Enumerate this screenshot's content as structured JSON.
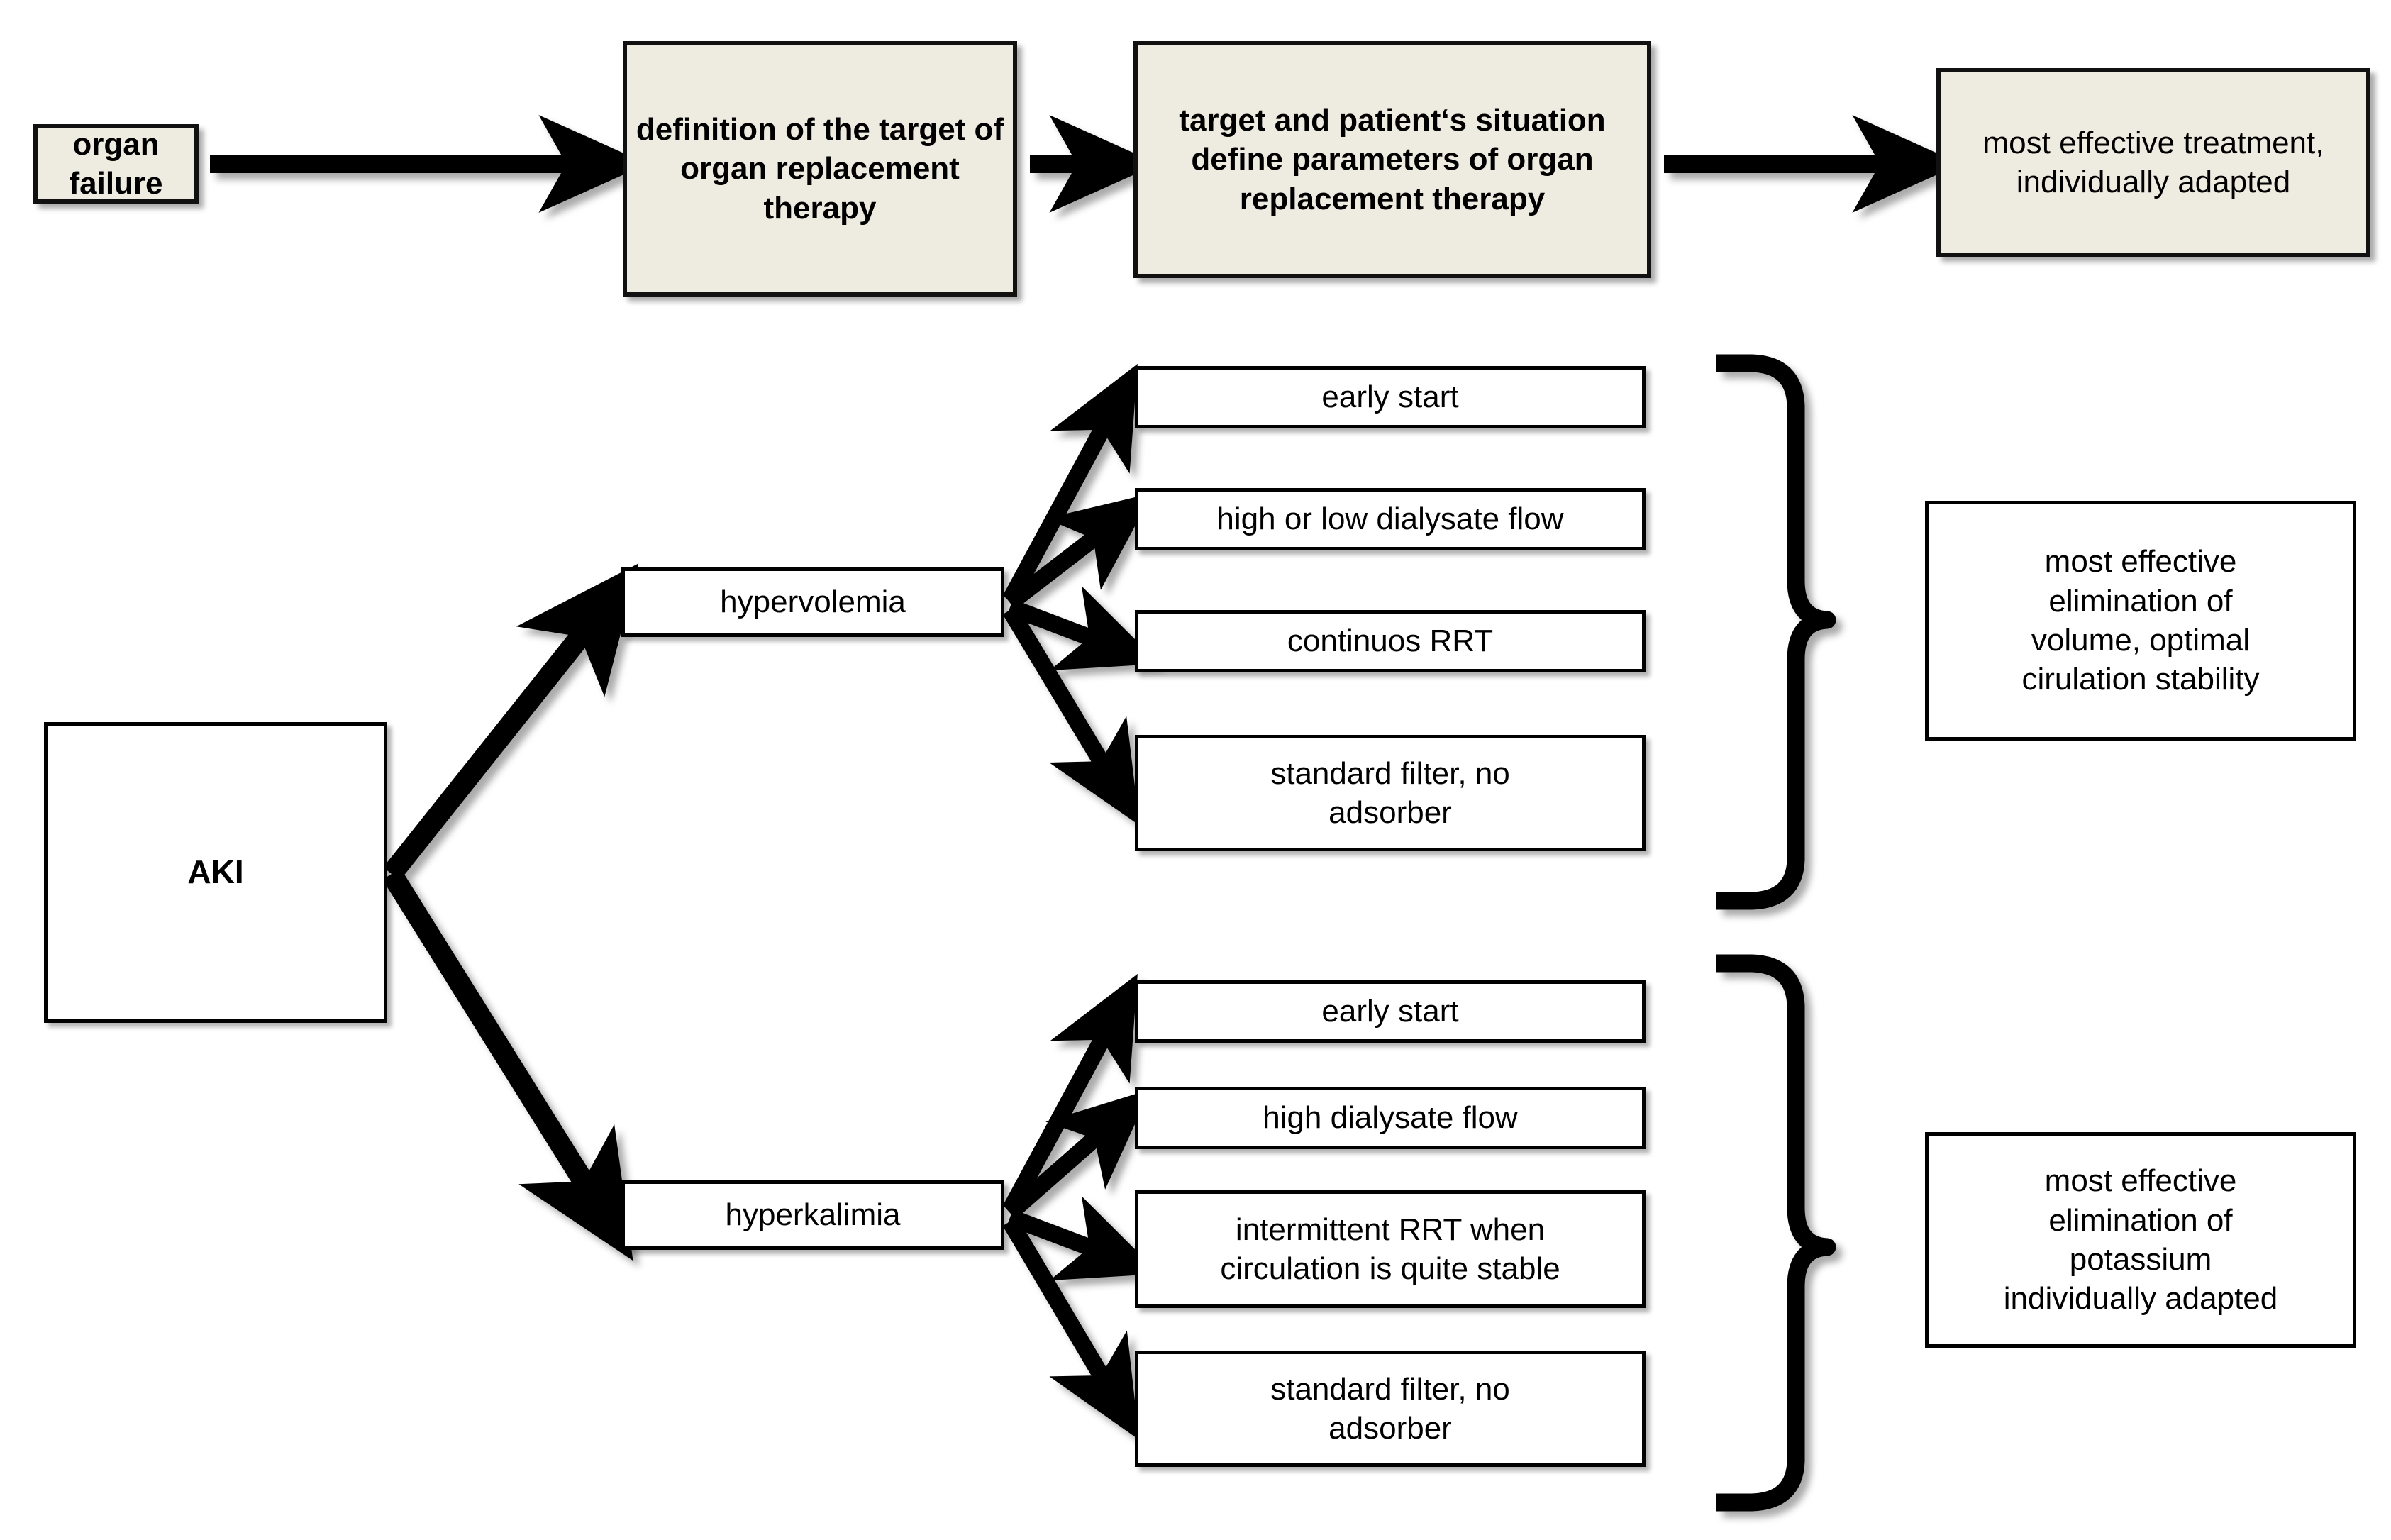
{
  "diagram": {
    "title": "AKI organ replacement therapy decision flow",
    "background_color": "#ffffff",
    "accent_fill": "#eeebe1",
    "line_color": "#000000"
  },
  "top_flow": {
    "boxes": [
      {
        "id": "organ-failure",
        "label": "organ failure",
        "fill": "#eeebe1",
        "bold": true
      },
      {
        "id": "definition",
        "label": "definition of the target of organ replacement therapy",
        "fill": "#eeebe1",
        "bold": true
      },
      {
        "id": "target",
        "label": "target and patient‘s situation define parameters of organ replacement therapy",
        "fill": "#eeebe1",
        "bold": true
      },
      {
        "id": "most-effective",
        "label": "most effective treatment, individually adapted",
        "fill": "#eeebe1",
        "bold": false
      }
    ],
    "arrows": [
      "arrow-right",
      "arrow-right",
      "arrow-right"
    ]
  },
  "tree": {
    "root": {
      "id": "aki",
      "label": "AKI",
      "fill": "#ffffff",
      "bold": true
    },
    "branches": [
      {
        "id": "hypervolemia",
        "label": "hypervolemia",
        "leaves": [
          {
            "id": "hv-early",
            "label": "early start"
          },
          {
            "id": "hv-flow",
            "label": "high or low dialysate flow"
          },
          {
            "id": "hv-crrt",
            "label": "continuos RRT"
          },
          {
            "id": "hv-filter",
            "label": "standard filter, no\nadsorber"
          }
        ],
        "outcome": {
          "id": "out-volume",
          "label": "most effective\nelimination of\nvolume, optimal\ncirulation stability"
        },
        "brace": "right-curly-brace"
      },
      {
        "id": "hyperkalimia",
        "label": "hyperkalimia",
        "leaves": [
          {
            "id": "hk-early",
            "label": "early start"
          },
          {
            "id": "hk-flow",
            "label": "high dialysate flow"
          },
          {
            "id": "hk-irrt",
            "label": "intermittent RRT when\ncirculation is quite stable"
          },
          {
            "id": "hk-filter",
            "label": "standard filter, no\nadsorber"
          }
        ],
        "outcome": {
          "id": "out-potassium",
          "label": "most effective\nelimination of\npotassium\nindividually adapted"
        },
        "brace": "right-curly-brace"
      }
    ]
  }
}
